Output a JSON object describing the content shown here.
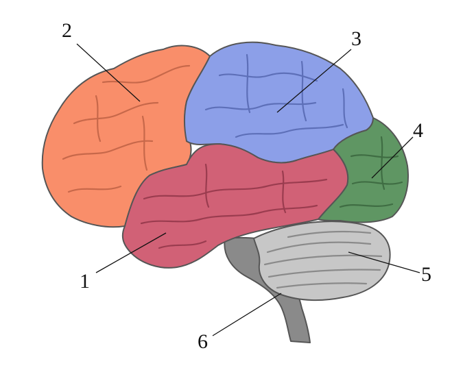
{
  "colors": {
    "frontal": "#f98e6a",
    "frontal_sulci": "#c7684a",
    "parietal": "#8c9fe8",
    "parietal_sulci": "#5d6fb8",
    "temporal": "#d16176",
    "temporal_sulci": "#9a3c4f",
    "occipital": "#5f9663",
    "occipital_sulci": "#3f6d43",
    "cerebellum": "#c7c7c7",
    "cerebellum_lines": "#8a8a8a",
    "brainstem": "#8a8a8a",
    "outline": "#555555",
    "label": "#111111"
  },
  "labels": [
    {
      "id": "1",
      "text": "1"
    },
    {
      "id": "2",
      "text": "2"
    },
    {
      "id": "3",
      "text": "3"
    },
    {
      "id": "4",
      "text": "4"
    },
    {
      "id": "5",
      "text": "5"
    },
    {
      "id": "6",
      "text": "6"
    }
  ]
}
